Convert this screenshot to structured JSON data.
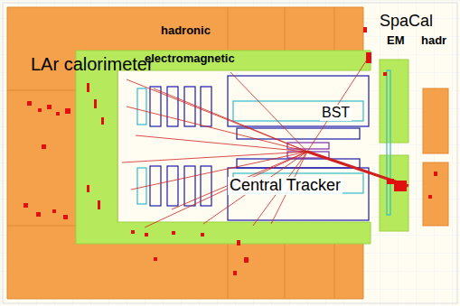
{
  "diagram": {
    "labels": [
      "LAr calorimeter",
      "hadronic",
      "electromagnetic",
      "SpaCal",
      "EM",
      "hadr",
      "BST",
      "Central Tracker"
    ]
  }
}
